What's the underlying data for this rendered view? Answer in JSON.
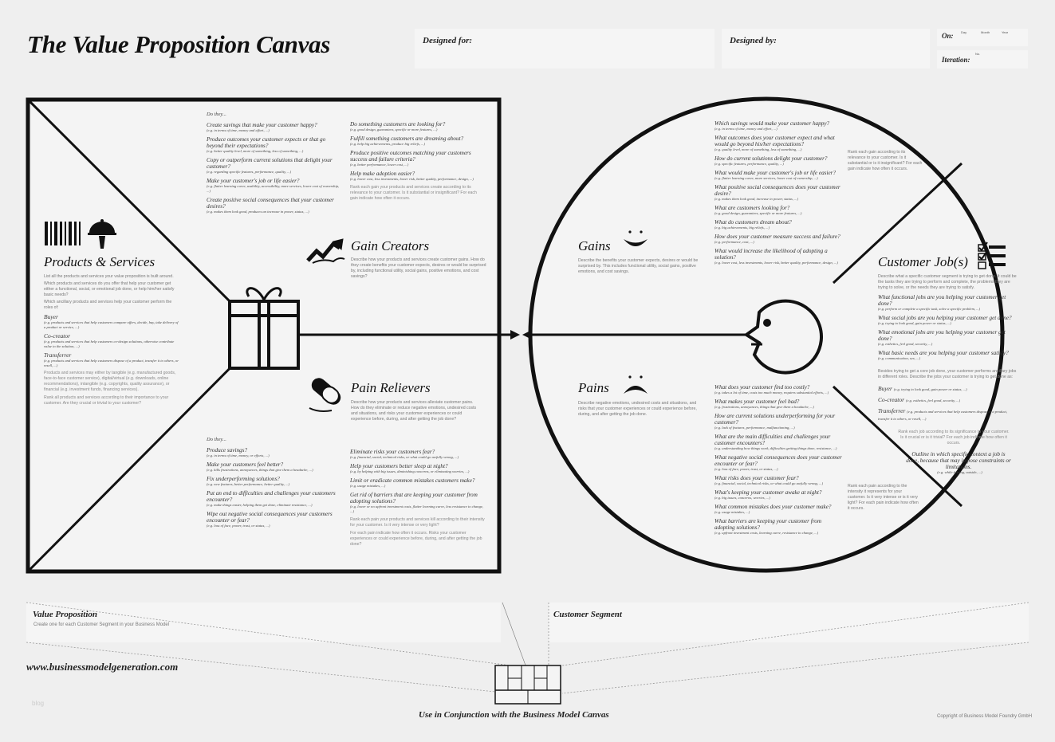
{
  "header": {
    "title": "The Value Proposition Canvas",
    "designed_for": "Designed for:",
    "designed_by": "Designed by:",
    "on": "On:",
    "day": "Day",
    "month": "Month",
    "year": "Year",
    "iteration": "Iteration:",
    "no": "No."
  },
  "products": {
    "title": "Products & Services",
    "desc": [
      "List all the products and services your value proposition is built around.",
      "Which products and services do you offer that help your customer get either a functional, social, or emotional job done, or help him/her satisfy basic needs?",
      "Which ancillary products and services help your customer perform the roles of:"
    ],
    "roles": [
      {
        "name": "Buyer",
        "ex": "(e.g. products and services that help customers compare offers, decide, buy, take delivery of a product or service, ...)"
      },
      {
        "name": "Co-creator",
        "ex": "(e.g. products and services that help customers co-design solutions, otherwise contribute value to the solution, ...)"
      },
      {
        "name": "Transferrer",
        "ex": "(e.g. products and services that help customers dispose of a product, transfer it to others, or resell, ...)"
      }
    ],
    "notes": [
      "Products and services may either by tangible (e.g. manufactured goods, face-to-face customer service), digital/virtual (e.g. downloads, online recommendations), intangible (e.g. copyrights, quality assurance), or financial (e.g. investment funds, financing services).",
      "Rank all products and services according to their importance to your customer. Are they crucial or trivial to your customer?"
    ]
  },
  "gain_creators": {
    "title": "Gain Creators",
    "desc": "Describe how your products and services create customer gains. How do they create benefits your customer expects, desires or would be surprised by, including functional utility, social gains, positive emotions, and cost savings?",
    "do_they": "Do they...",
    "col1": [
      {
        "q": "Create savings that make your customer happy?",
        "e": "(e.g. in terms of time, money and effort, ...)"
      },
      {
        "q": "Produce outcomes your customer expects or that go beyond their expectations?",
        "e": "(e.g. better quality level, more of something, less of something, ...)"
      },
      {
        "q": "Copy or outperform current solutions that delight your customer?",
        "e": "(e.g. regarding specific features, performance, quality, ...)"
      },
      {
        "q": "Make your customer's job or life easier?",
        "e": "(e.g. flatter learning curve, usability, accessibility, more services, lower cost of ownership, ...)"
      },
      {
        "q": "Create positive social consequences that your customer desires?",
        "e": "(e.g. makes them look good, produces an increase in power, status, ...)"
      }
    ],
    "col2": [
      {
        "q": "Do something customers are looking for?",
        "e": "(e.g. good design, guarantees, specific or more features, ...)"
      },
      {
        "q": "Fulfill something customers are dreaming about?",
        "e": "(e.g. help big achievements, produce big reliefs, ...)"
      },
      {
        "q": "Produce positive outcomes matching your customers success and failure criteria?",
        "e": "(e.g. better performance, lower cost, ...)"
      },
      {
        "q": "Help make adoption easier?",
        "e": "(e.g. lower cost, less investments, lower risk, better quality, performance, design, ...)"
      }
    ],
    "note": "Rank each gain your products and services create according to its relevance to your customer. Is it substantial or insignificant? For each gain indicate how often it occurs."
  },
  "pain_relievers": {
    "title": "Pain Relievers",
    "desc": "Describe how your products and services alleviate customer pains. How do they eliminate or reduce negative emotions, undesired costs and situations, and risks your customer experiences or could experience before, during, and after getting the job done?",
    "do_they": "Do they...",
    "col1": [
      {
        "q": "Produce savings?",
        "e": "(e.g. in terms of time, money, or efforts, ...)"
      },
      {
        "q": "Make your customers feel better?",
        "e": "(e.g. kills frustrations, annoyances, things that give them a headache, ...)"
      },
      {
        "q": "Fix underperforming solutions?",
        "e": "(e.g. new features, better performance, better quality, ...)"
      },
      {
        "q": "Put an end to difficulties and challenges your customers encounter?",
        "e": "(e.g. make things easier, helping them get done, eliminate resistance, ...)"
      },
      {
        "q": "Wipe out negative social consequences your customers encounter or fear?",
        "e": "(e.g. loss of face, power, trust, or status, ...)"
      }
    ],
    "col2": [
      {
        "q": "Eliminate risks your customers fear?",
        "e": "(e.g. financial, social, technical risks, or what could go awfully wrong, ...)"
      },
      {
        "q": "Help your customers better sleep at night?",
        "e": "(e.g. by helping with big issues, diminishing concerns, or eliminating worries, ...)"
      },
      {
        "q": "Limit or eradicate common mistakes customers make?",
        "e": "(e.g. usage mistakes, ...)"
      },
      {
        "q": "Get rid of barriers that are keeping your customer from adopting solutions?",
        "e": "(e.g. lower or no upfront investment costs, flatter learning curve, less resistance to change, ...)"
      }
    ],
    "notes": [
      "Rank each pain your products and services kill according to their intensity for your customer. Is it very intense or very light?",
      "For each pain indicate how often it occurs. Risks your customer experiences or could experience before, during, and after getting the job done?"
    ]
  },
  "gains": {
    "title": "Gains",
    "desc": "Describe the benefits your customer expects, desires or would be surprised by. This includes functional utility, social gains, positive emotions, and cost savings.",
    "items": [
      {
        "q": "Which savings would make your customer happy?",
        "e": "(e.g. in terms of time, money and effort, ...)"
      },
      {
        "q": "What outcomes does your customer expect and what would go beyond his/her expectations?",
        "e": "(e.g. quality level, more of something, less of something, ...)"
      },
      {
        "q": "How do current solutions delight your customer?",
        "e": "(e.g. specific features, performance, quality, ...)"
      },
      {
        "q": "What would make your customer's job or life easier?",
        "e": "(e.g. flatter learning curve, more services, lower cost of ownership, ...)"
      },
      {
        "q": "What positive social consequences does your customer desire?",
        "e": "(e.g. makes them look good, increase in power, status, ...)"
      },
      {
        "q": "What are customers looking for?",
        "e": "(e.g. good design, guarantees, specific or more features, ...)"
      },
      {
        "q": "What do customers dream about?",
        "e": "(e.g. big achievements, big reliefs, ...)"
      },
      {
        "q": "How does your customer measure success and failure?",
        "e": "(e.g. performance, cost, ...)"
      },
      {
        "q": "What would increase the likelihood of adopting a solution?",
        "e": "(e.g. lower cost, less investments, lower risk, better quality, performance, design, ...)"
      }
    ],
    "note": "Rank each gain according to its relevance to your customer. Is it substantial or is it insignificant? For each gain indicate how often it occurs."
  },
  "pains": {
    "title": "Pains",
    "desc": "Describe negative emotions, undesired costs and situations, and risks that your customer experiences or could experience before, during, and after getting the job done.",
    "items": [
      {
        "q": "What does your customer find too costly?",
        "e": "(e.g. takes a lot of time, costs too much money, requires substantial efforts, ...)"
      },
      {
        "q": "What makes your customer feel bad?",
        "e": "(e.g. frustrations, annoyances, things that give them a headache, ...)"
      },
      {
        "q": "How are current solutions underperforming for your customer?",
        "e": "(e.g. lack of features, performance, malfunctioning, ...)"
      },
      {
        "q": "What are the main difficulties and challenges your customer encounters?",
        "e": "(e.g. understanding how things work, difficulties getting things done, resistance, ...)"
      },
      {
        "q": "What negative social consequences does your customer encounter or fear?",
        "e": "(e.g. loss of face, power, trust, or status, ...)"
      },
      {
        "q": "What risks does your customer fear?",
        "e": "(e.g. financial, social, technical risks, or what could go awfully wrong, ...)"
      },
      {
        "q": "What's keeping your customer awake at night?",
        "e": "(e.g. big issues, concerns, worries, ...)"
      },
      {
        "q": "What common mistakes does your customer make?",
        "e": "(e.g. usage mistakes, ...)"
      },
      {
        "q": "What barriers are keeping your customer from adopting solutions?",
        "e": "(e.g. upfront investment costs, learning curve, resistance to change, ...)"
      }
    ],
    "note": "Rank each pain according to the intensity it represents for your customer. Is it very intense or is it very light? For each pain indicate how often it occurs."
  },
  "jobs": {
    "title": "Customer Job(s)",
    "desc": "Describe what a specific customer segment is trying to get done. It could be the tasks they are trying to perform and complete, the problems they are trying to solve, or the needs they are trying to satisfy.",
    "items": [
      {
        "q": "What functional jobs are you helping your customer get done?",
        "e": "(e.g. perform or complete a specific task, solve a specific problem, ...)"
      },
      {
        "q": "What social jobs are you helping your customer get done?",
        "e": "(e.g. trying to look good, gain power or status, ...)"
      },
      {
        "q": "What emotional jobs are you helping your customer get done?",
        "e": "(e.g. esthetics, feel good, security, ...)"
      },
      {
        "q": "What basic needs are you helping your customer satisfy?",
        "e": "(e.g. communication, sex, ...)"
      }
    ],
    "ancillary": "Besides trying to get a core job done, your customer performs ancillary jobs in different roles. Describe the jobs your customer is trying to get done as:",
    "roles": [
      {
        "name": "Buyer",
        "ex": "(e.g. trying to look good, gain power or status, ...)"
      },
      {
        "name": "Co-creator",
        "ex": "(e.g. esthetics, feel good, security, ...)"
      },
      {
        "name": "Transferrer",
        "ex": "(e.g. products and services that help customers dispose of a product, transfer it to others, or resell, ...)"
      }
    ],
    "rank": "Rank each job according to its significance to your customer. Is it crucial or is it trivial? For each job indicate how often it occurs.",
    "outline": "Outline in which specific context a job is done, because that may impose constraints or limitations.",
    "outline_ex": "(e.g. while driving, outside, ...)"
  },
  "footer": {
    "vp_title": "Value Proposition",
    "vp_sub": "Create one for each Customer Segment in your Business Model",
    "cs_title": "Customer Segment",
    "url": "www.businessmodelgeneration.com",
    "blog": "blog",
    "conjunction": "Use in Conjunction with the Business Model Canvas",
    "copyright": "Copyright of Business Model Foundry GmbH"
  }
}
